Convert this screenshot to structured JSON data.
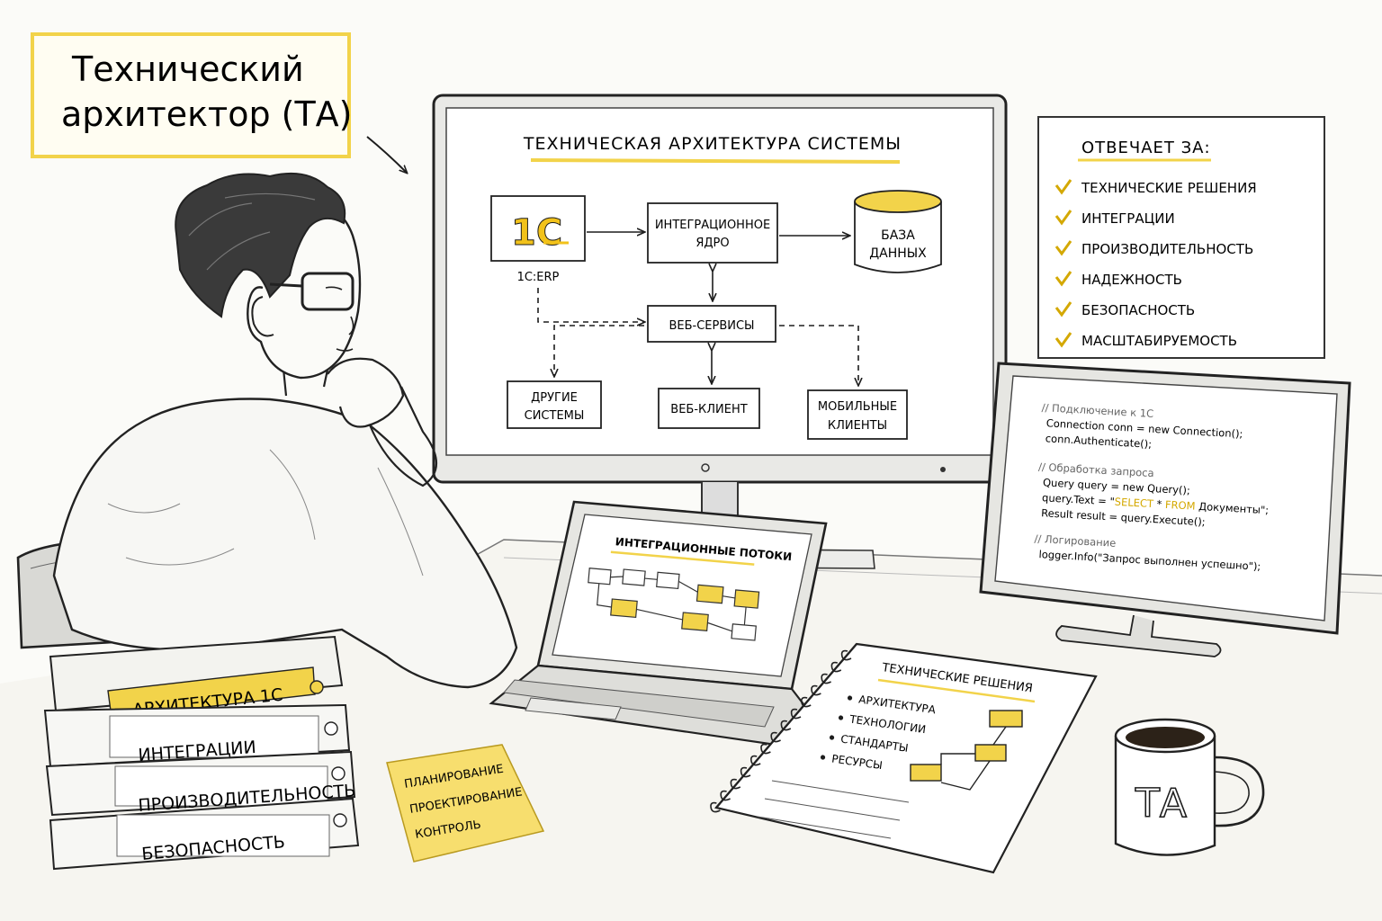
{
  "colors": {
    "accent": "#f2d34a",
    "accent_light": "#fbefb0",
    "ink": "#1d1d1d",
    "paper": "#fbfbf8"
  },
  "title_note": {
    "line1": "Технический",
    "line2": "архитектор (ТА)"
  },
  "main_monitor": {
    "title": "ТЕХНИЧЕСКАЯ АРХИТЕКТУРА СИСТЕМЫ",
    "logo": "1С",
    "logo_caption": "1С:ERP",
    "core": {
      "line1": "ИНТЕГРАЦИОННОЕ",
      "line2": "ЯДРО"
    },
    "db": {
      "line1": "БАЗА",
      "line2": "ДАННЫХ"
    },
    "web_services": "ВЕБ-СЕРВИСЫ",
    "other_systems": {
      "line1": "ДРУГИЕ",
      "line2": "СИСТЕМЫ"
    },
    "web_client": "ВЕБ-КЛИЕНТ",
    "mobile_clients": {
      "line1": "МОБИЛЬНЫЕ",
      "line2": "КЛИЕНТЫ"
    }
  },
  "responsibilities": {
    "title": "ОТВЕЧАЕТ ЗА:",
    "items": [
      "ТЕХНИЧЕСКИЕ РЕШЕНИЯ",
      "ИНТЕГРАЦИИ",
      "ПРОИЗВОДИТЕЛЬНОСТЬ",
      "НАДЕЖНОСТЬ",
      "БЕЗОПАСНОСТЬ",
      "МАСШТАБИРУЕМОСТЬ"
    ]
  },
  "code_monitor": {
    "comment1": "// Подключение к 1С",
    "line1": "Connection conn = new Connection();",
    "line2": "conn.Authenticate();",
    "comment2": "// Обработка запроса",
    "line3": "Query query = new Query();",
    "line4_pre": "query.Text = \"",
    "line4_sel": "SELECT",
    "line4_mid": " * ",
    "line4_from": "FROM",
    "line4_post": " Документы\";",
    "line5": "Result result = query.Execute();",
    "comment3": "// Логирование",
    "line6": "logger.Info(\"Запрос выполнен успешно\");"
  },
  "laptop": {
    "title": "ИНТЕГРАЦИОННЫЕ ПОТОКИ"
  },
  "notebook": {
    "title": "ТЕХНИЧЕСКИЕ РЕШЕНИЯ",
    "bullets": [
      "АРХИТЕКТУРА",
      "ТЕХНОЛОГИИ",
      "СТАНДАРТЫ",
      "РЕСУРСЫ"
    ]
  },
  "books": [
    "АРХИТЕКТУРА 1С",
    "ИНТЕГРАЦИИ",
    "ПРОИЗВОДИТЕЛЬНОСТЬ",
    "БЕЗОПАСНОСТЬ"
  ],
  "sticky_note": [
    "ПЛАНИРОВАНИЕ",
    "ПРОЕКТИРОВАНИЕ",
    "КОНТРОЛЬ"
  ],
  "mug": {
    "label": "ТА"
  }
}
